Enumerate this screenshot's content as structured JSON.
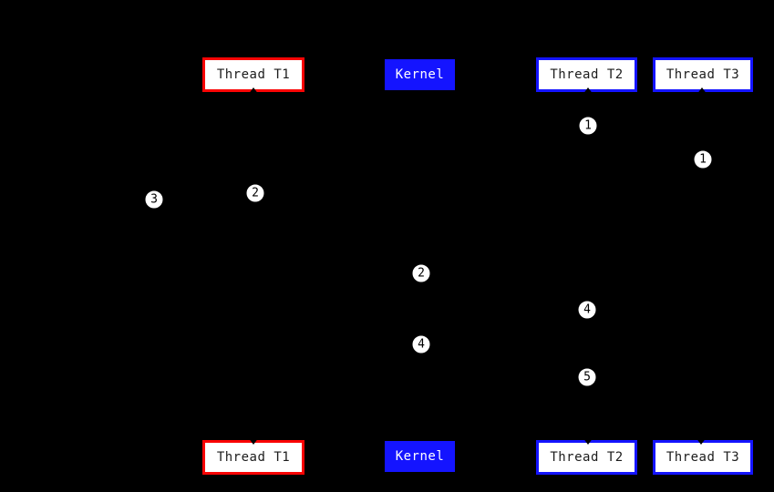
{
  "diagram": {
    "type": "sequence-diagram",
    "background": "#000000",
    "colors": {
      "thread_t1_border": "#fa0404",
      "blue_accent": "#1414ff",
      "entity_fill": "#ffffff",
      "entity_text": "#1c1c1c",
      "kernel_text": "#ffffff",
      "marker_fill": "#ffffff",
      "marker_text": "#000000"
    },
    "entities": {
      "top": [
        {
          "label": "Thread T1",
          "style": "red-outline"
        },
        {
          "label": "Kernel",
          "style": "blue-filled"
        },
        {
          "label": "Thread T2",
          "style": "blue-outline"
        },
        {
          "label": "Thread T3",
          "style": "blue-outline"
        }
      ],
      "bottom": [
        {
          "label": "Thread T1",
          "style": "red-outline"
        },
        {
          "label": "Kernel",
          "style": "blue-filled"
        },
        {
          "label": "Thread T2",
          "style": "blue-outline"
        },
        {
          "label": "Thread T3",
          "style": "blue-outline"
        }
      ]
    },
    "markers": [
      {
        "label": "1",
        "on": "Thread T2 lifeline"
      },
      {
        "label": "1",
        "on": "Thread T3 lifeline"
      },
      {
        "label": "2",
        "on": "Thread T1 lifeline"
      },
      {
        "label": "3",
        "on": "left of Thread T1"
      },
      {
        "label": "2",
        "on": "Kernel lifeline"
      },
      {
        "label": "4",
        "on": "Kernel lifeline"
      },
      {
        "label": "4",
        "on": "Thread T2 lifeline"
      },
      {
        "label": "5",
        "on": "Thread T2 lifeline"
      }
    ]
  }
}
